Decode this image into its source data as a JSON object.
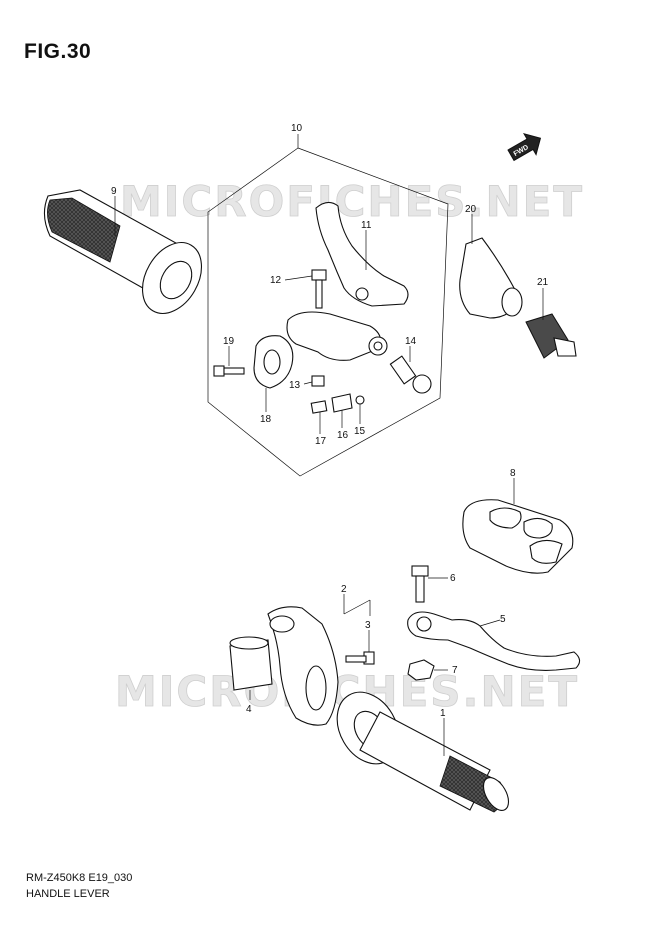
{
  "figure": {
    "title": "FIG.30",
    "model_code": "RM-Z450K8 E19_030",
    "section_name": "HANDLE LEVER",
    "watermark": "MICROFICHES.NET",
    "direction_badge": "FWD"
  },
  "callouts": [
    "1",
    "2",
    "3",
    "4",
    "5",
    "6",
    "7",
    "8",
    "9",
    "10",
    "11",
    "12",
    "13",
    "14",
    "15",
    "16",
    "17",
    "18",
    "19",
    "20",
    "21"
  ],
  "colors": {
    "ink": "#111111",
    "watermark": "#e6e6e6",
    "grip_knurl": "#4a4a4a"
  }
}
